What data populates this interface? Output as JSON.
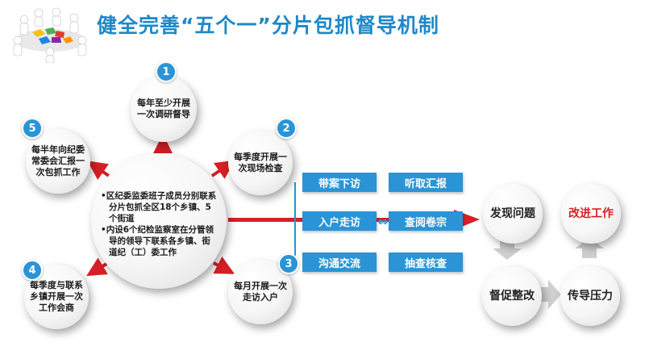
{
  "title": "健全完善“五个一”分片包抓督导机制",
  "center": {
    "bullet": "•",
    "lines": [
      "区纪委监委班子成员分别联系分片包抓全区18个乡镇、5个街道",
      "内设6个纪检监察室在分管领导的领导下联系各乡镇、街道纪（工）委工作"
    ]
  },
  "satellites": [
    {
      "num": "1",
      "text": "每年至少开展一次调研督导"
    },
    {
      "num": "2",
      "text": "每季度开展一次现场检查"
    },
    {
      "num": "3",
      "text": "每月开展一次走访入户"
    },
    {
      "num": "4",
      "text": "每季度与联系乡镇开展一次工作会商"
    },
    {
      "num": "5",
      "text": "每半年向纪委常委会汇报一次包抓工作"
    }
  ],
  "methods": {
    "left": [
      "带案下访",
      "入户走访",
      "沟通交流"
    ],
    "right": [
      "听取汇报",
      "查阅卷宗",
      "抽查核查"
    ],
    "connector": "⇔"
  },
  "cycle": [
    {
      "text": "发现问题",
      "highlight": false
    },
    {
      "text": "改进工作",
      "highlight": true
    },
    {
      "text": "督促整改",
      "highlight": false
    },
    {
      "text": "传导压力",
      "highlight": false
    }
  ],
  "colors": {
    "accent": "#2a94d6",
    "title": "#1e88c9",
    "arrow": "#d61f26",
    "highlight": "#d61f26",
    "cycle_arrow": "#cfcfcf"
  }
}
